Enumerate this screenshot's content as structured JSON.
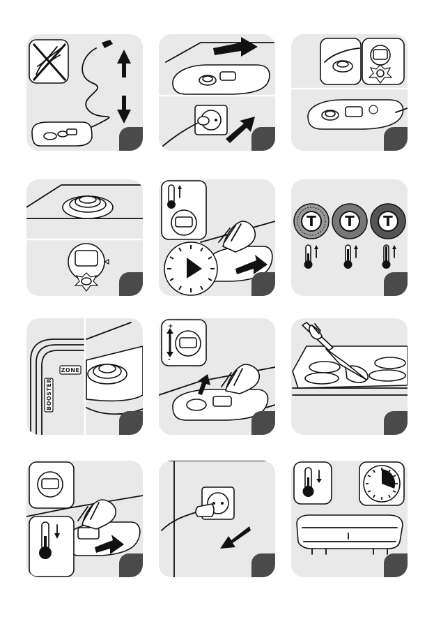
{
  "manual_page": {
    "panels": [
      {
        "id": 1,
        "icon": "no-wrapped-cord-icon"
      },
      {
        "id": 2,
        "icon": "plug-into-socket-icon"
      },
      {
        "id": 3,
        "icon": "indicator-light-icon"
      },
      {
        "id": 4,
        "icon": "thermostat-socket-icon"
      },
      {
        "id": 5,
        "icon": "timer-preheat-icon"
      },
      {
        "id": 6,
        "icon": "thermo-spot-icon"
      },
      {
        "id": 7,
        "icon": "booster-zone-icon"
      },
      {
        "id": 8,
        "icon": "adjust-temperature-icon"
      },
      {
        "id": 9,
        "icon": "spatula-cooking-icon"
      },
      {
        "id": 10,
        "icon": "turn-off-icon"
      },
      {
        "id": 11,
        "icon": "unplug-icon"
      },
      {
        "id": 12,
        "icon": "cool-down-icon"
      }
    ],
    "labels": {
      "booster": "BOOSTER",
      "zone": "ZONE",
      "thermo_letter": "T",
      "plus": "+",
      "minus": "-"
    },
    "colors": {
      "panel_bg": "#e9e9e9",
      "step_box": "#4a4a4a",
      "line": "#111111"
    }
  }
}
